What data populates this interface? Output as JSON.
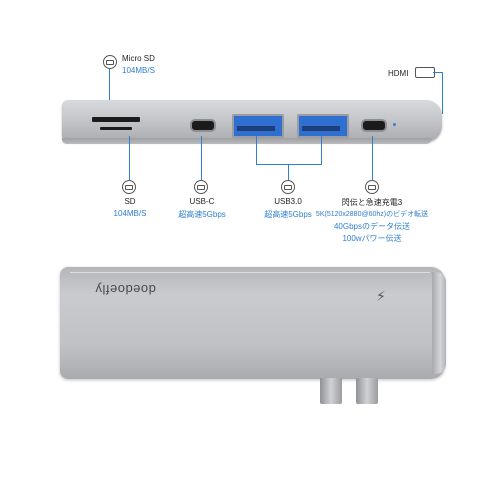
{
  "labels": {
    "micro_sd": {
      "title": "Micro SD",
      "speed": "104MB/S"
    },
    "hdmi": {
      "title": "HDMI"
    },
    "sd": {
      "title": "SD",
      "speed": "104MB/S"
    },
    "usbc": {
      "title": "USB-C",
      "speed": "超高速5Gbps"
    },
    "usb30": {
      "title": "USB3.0",
      "speed": "超高速5Gbps"
    },
    "thunderbolt": {
      "title": "閃伝と急速充電3",
      "line1": "5K(5120x2880@60hz)のビデオ転送",
      "line2": "40Gbpsのデータ伝送",
      "line3": "100wパワー伝送"
    }
  },
  "brand": "doedoefly",
  "icons": {
    "sd": "sd-card-icon",
    "micro_sd": "micro-sd-icon",
    "hdmi": "hdmi-icon",
    "usbc": "usb-c-icon",
    "usb": "usb-icon",
    "thunderbolt": "lightning-icon"
  },
  "colors": {
    "accent": "#2d7fcf",
    "device": "#c5c7cb"
  }
}
